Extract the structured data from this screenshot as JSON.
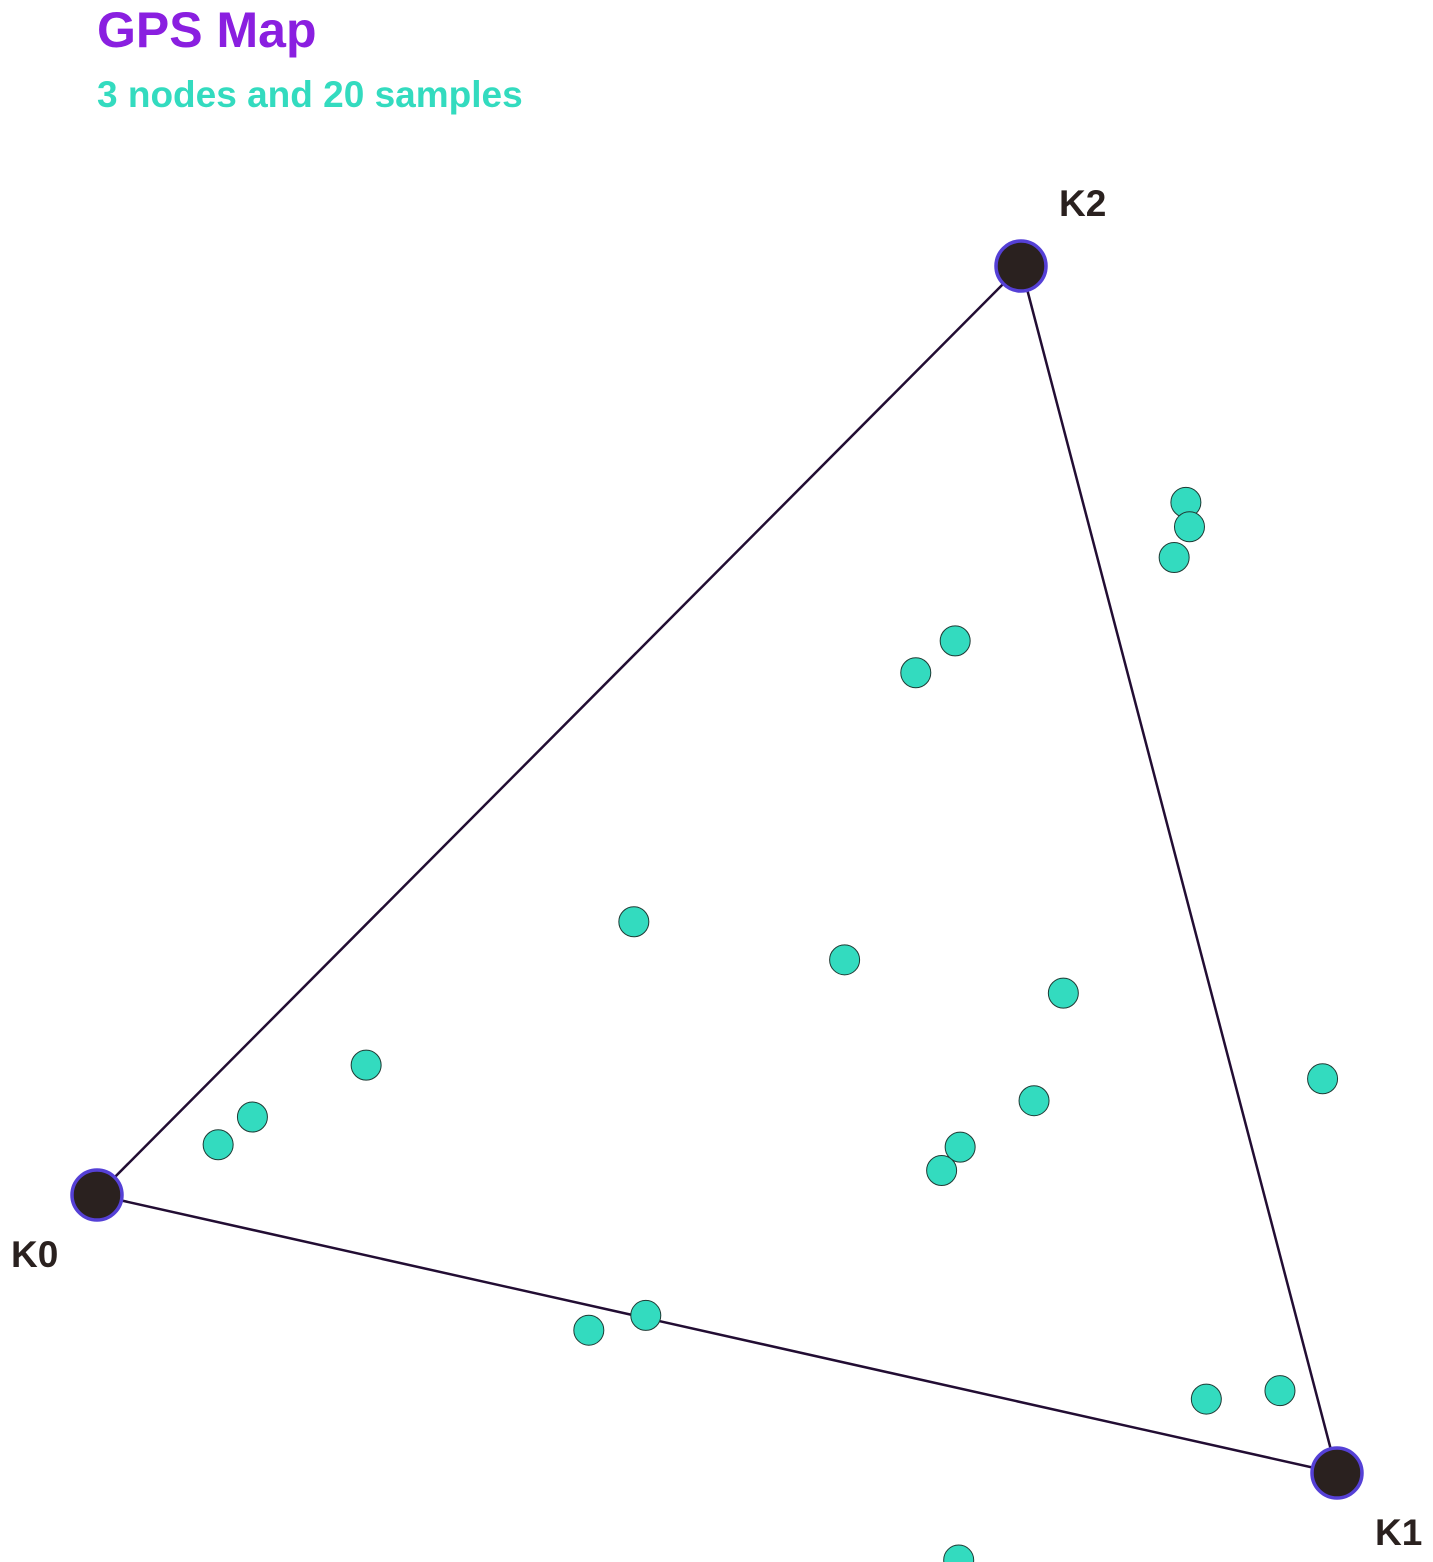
{
  "chart": {
    "title": "GPS Map",
    "subtitle": "3 nodes and 20 samples"
  },
  "colors": {
    "title": "#8a1fe0",
    "subtitle": "#33dbbf",
    "node_fill": "#2a211f",
    "node_stroke": "#5540d6",
    "edge": "#220d33",
    "sample_fill": "#33dbbf",
    "sample_stroke": "#1f3a34",
    "label": "#2a211f"
  },
  "chart_data": {
    "type": "scatter",
    "title": "GPS Map",
    "subtitle": "3 nodes and 20 samples",
    "nodes": [
      {
        "name": "K0",
        "x": 0.0,
        "y": 0.0
      },
      {
        "name": "K1",
        "x": 1.0,
        "y": 0.0
      },
      {
        "name": "K2",
        "x": 0.5,
        "y": 0.866
      }
    ],
    "edges": [
      [
        "K0",
        "K1"
      ],
      [
        "K1",
        "K2"
      ],
      [
        "K2",
        "K0"
      ]
    ],
    "samples": [
      {
        "x": 0.676,
        "y": 0.714
      },
      {
        "x": 0.684,
        "y": 0.696
      },
      {
        "x": 0.679,
        "y": 0.67
      },
      {
        "x": 0.531,
        "y": 0.569
      },
      {
        "x": 0.508,
        "y": 0.538
      },
      {
        "x": 0.904,
        "y": 0.298
      },
      {
        "x": 0.689,
        "y": 0.319
      },
      {
        "x": 0.516,
        "y": 0.307
      },
      {
        "x": 0.69,
        "y": 0.232
      },
      {
        "x": 0.644,
        "y": 0.184
      },
      {
        "x": 0.635,
        "y": 0.163
      },
      {
        "x": 0.348,
        "y": 0.3
      },
      {
        "x": 0.176,
        "y": 0.145
      },
      {
        "x": 0.101,
        "y": 0.086
      },
      {
        "x": 0.081,
        "y": 0.059
      },
      {
        "x": 0.939,
        "y": 0.053
      },
      {
        "x": 0.885,
        "y": 0.034
      },
      {
        "x": 0.442,
        "y": 0.002
      },
      {
        "x": 0.402,
        "y": -0.019
      },
      {
        "x": 0.732,
        "y": -0.131
      }
    ]
  }
}
